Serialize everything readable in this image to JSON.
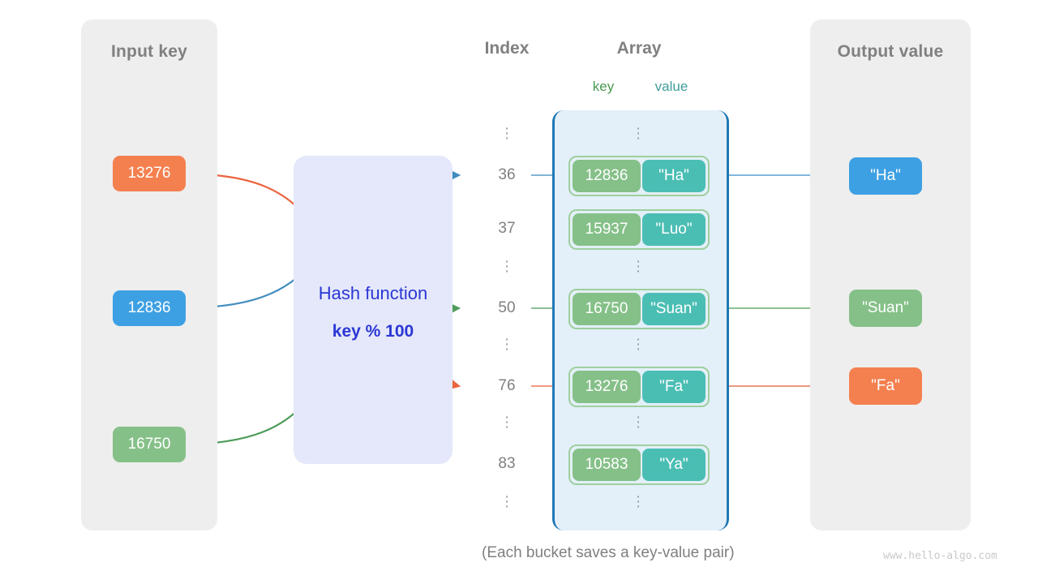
{
  "panels": {
    "input": {
      "title": "Input key"
    },
    "output": {
      "title": "Output value"
    }
  },
  "hash": {
    "line1": "Hash function",
    "line2": "key % 100"
  },
  "headers": {
    "index": "Index",
    "array": "Array",
    "key": "key",
    "value": "value"
  },
  "input_keys": [
    {
      "label": "13276",
      "color": "#f4804f"
    },
    {
      "label": "12836",
      "color": "#3da0e3"
    },
    {
      "label": "16750",
      "color": "#85c088"
    }
  ],
  "output_values": [
    {
      "label": "\"Ha\"",
      "color": "#3da0e3"
    },
    {
      "label": "\"Suan\"",
      "color": "#85c088"
    },
    {
      "label": "\"Fa\"",
      "color": "#f4804f"
    }
  ],
  "index_column": [
    "⋮",
    "36",
    "37",
    "⋮",
    "50",
    "⋮",
    "76",
    "⋮",
    "83",
    "⋮"
  ],
  "buckets": [
    {
      "key": "12836",
      "value": "\"Ha\"",
      "index": "36"
    },
    {
      "key": "15937",
      "value": "\"Luo\"",
      "index": "37"
    },
    {
      "key": "16750",
      "value": "\"Suan\"",
      "index": "50"
    },
    {
      "key": "13276",
      "value": "\"Fa\"",
      "index": "76"
    },
    {
      "key": "10583",
      "value": "\"Ya\"",
      "index": "83"
    }
  ],
  "caption": "(Each bucket saves a key-value pair)",
  "watermark": "www.hello-algo.com",
  "colors": {
    "panel_bg": "#eeeeee",
    "hash_bg": "#e4e8fa",
    "hash_text": "#2b37d4",
    "array_bg": "#e3f0fa",
    "array_border": "#1f78b4",
    "bucket_border": "#9fcf9e",
    "key_fill": "#85c088",
    "value_fill": "#4bbeb4",
    "key_label": "#4a9b51",
    "value_label": "#3d9e9b",
    "blue": "#1f78b4",
    "green": "#2e8b3d",
    "orange": "#e8491c",
    "muted_text": "#808080"
  }
}
